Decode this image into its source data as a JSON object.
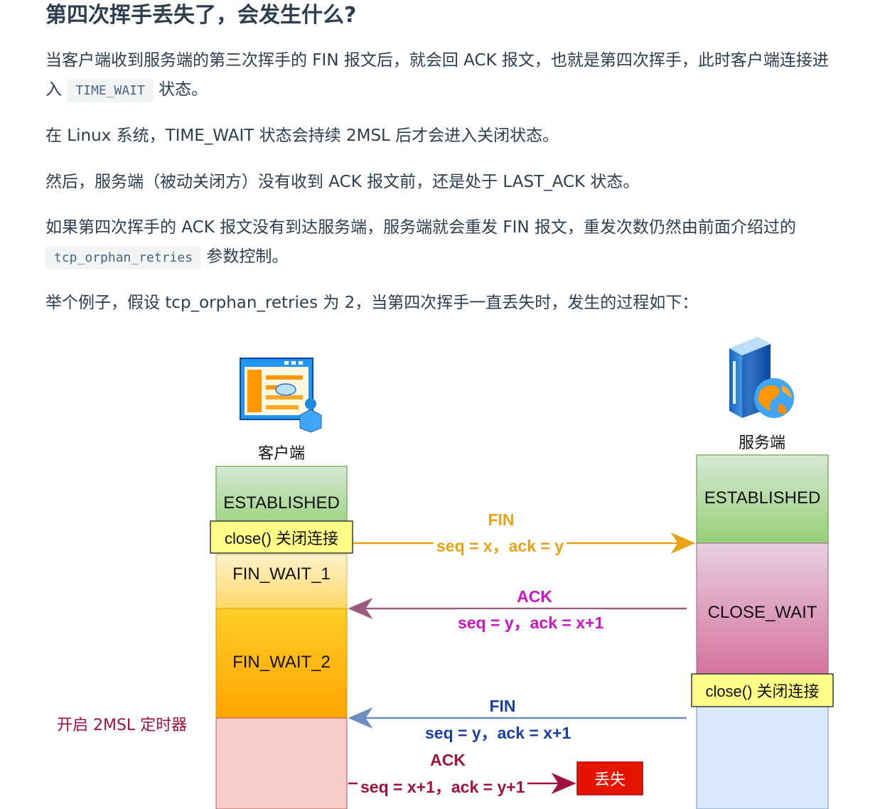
{
  "article": {
    "title": "第四次挥手丢失了，会发生什么?",
    "p1_before": "当客户端收到服务端的第三次挥手的 FIN 报文后，就会回 ACK 报文，也就是第四次挥手，此时客户端连接进入 ",
    "p1_code": "TIME_WAIT",
    "p1_after": " 状态。",
    "p2": "在 Linux 系统，TIME_WAIT 状态会持续 2MSL 后才会进入关闭状态。",
    "p3": "然后，服务端（被动关闭方）没有收到 ACK 报文前，还是处于 LAST_ACK 状态。",
    "p4_before": "如果第四次挥手的 ACK 报文没有到达服务端，服务端就会重发 FIN 报文，重发次数仍然由前面介绍过的 ",
    "p4_code": "tcp_orphan_retries",
    "p4_after": " 参数控制。",
    "p5": "举个例子，假设 tcp_orphan_retries 为 2，当第四次挥手一直丢失时，发生的过程如下："
  },
  "diagram": {
    "client_label": "客户端",
    "server_label": "服务端",
    "client_states": [
      "ESTABLISHED",
      "FIN_WAIT_1",
      "FIN_WAIT_2"
    ],
    "client_close": "close() 关闭连接",
    "server_states": [
      "ESTABLISHED",
      "CLOSE_WAIT"
    ],
    "server_close": "close() 关闭连接",
    "timer_label": "开启 2MSL 定时器",
    "lost_label": "丢失",
    "msg1": {
      "title": "FIN",
      "detail": "seq = x，ack = y",
      "color": "#e8a317"
    },
    "msg2": {
      "title": "ACK",
      "detail": "seq = y，ack = x+1",
      "color": "#cc14c8"
    },
    "msg3": {
      "title": "FIN",
      "detail": "seq = y，ack = x+1",
      "color": "#1a3fa8"
    },
    "msg4": {
      "title": "ACK",
      "detail": "seq = x+1，ack = y+1",
      "color": "#a0123d"
    }
  }
}
